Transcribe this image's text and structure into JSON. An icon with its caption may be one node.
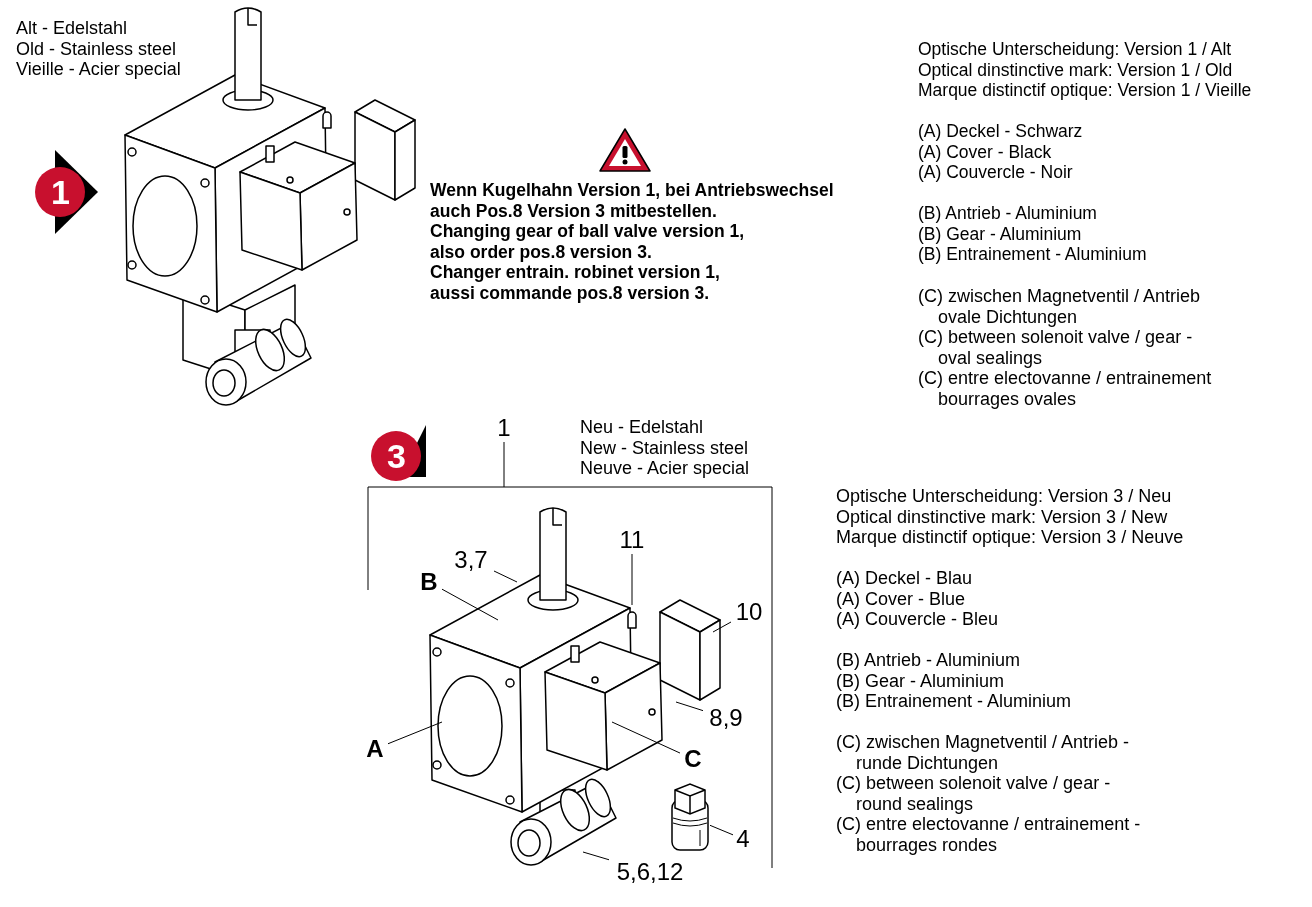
{
  "diagram": {
    "nodes": [
      {
        "text": [
          "3,7"
        ]
      },
      {
        "text": [
          "B"
        ]
      },
      {
        "text": [
          "11"
        ]
      },
      {
        "text": [
          "10"
        ]
      },
      {
        "text": [
          "A"
        ]
      },
      {
        "text": [
          "8,9"
        ]
      },
      {
        "text": [
          "C"
        ]
      },
      {
        "text": [
          "4"
        ]
      },
      {
        "text": [
          "5,6,12"
        ]
      },
      {
        "text": [
          "1"
        ]
      },
      {
        "text": [
          "1"
        ]
      },
      {
        "text": [
          "3"
        ]
      },
      {
        "text": [],
        "shape": "picture"
      }
    ],
    "edges": [
      {
        "from": 0,
        "to": null,
        "arrow": "none"
      },
      {
        "from": 1,
        "to": null,
        "arrow": "none"
      },
      {
        "from": 2,
        "to": null,
        "arrow": "none"
      },
      {
        "from": 3,
        "to": null,
        "arrow": "none"
      },
      {
        "from": 4,
        "to": null,
        "arrow": "none"
      },
      {
        "from": 5,
        "to": null,
        "arrow": "none"
      },
      {
        "from": 6,
        "to": null,
        "arrow": "none"
      },
      {
        "from": 7,
        "to": 12,
        "arrow": "none"
      },
      {
        "from": 8,
        "to": null,
        "arrow": "none"
      },
      {
        "from": 9,
        "to": null,
        "arrow": "none"
      }
    ],
    "labels": [
      "Alt - Edelstahl",
      "Old - Stainless steel",
      "Vieille - Acier special",
      "Optische Unterscheidung: Version 1 / Alt",
      "Optical dinstinctive mark: Version 1 / Old",
      "Marque distinctif optique: Version 1 / Vieille",
      "(A) Deckel - Schwarz",
      "(A) Cover - Black",
      "(A) Couvercle - Noir",
      "(B) Antrieb - Aluminium",
      "(B) Gear - Aluminium",
      "(B) Entrainement - Aluminium",
      "(C) zwischen Magnetventil / Antrieb ovale Dichtungen",
      "(C) between solenoit valve / gear - oval sealings",
      "(C) entre electovanne / entrainement bourrages ovales",
      "Wenn Kugelhahn Version 1, bei Antriebswechsel auch Pos.8 Version 3 mitbestellen.",
      "Changing gear of ball valve version 1, also order pos.8 version 3.",
      "Changer entrain. robinet version 1, aussi commande pos.8 version 3.",
      "Neu - Edelstahl",
      "New - Stainless steel",
      "Neuve - Acier special",
      "Optische Unterscheidung: Version 3 / Neu",
      "Optical dinstinctive mark: Version 3 / New",
      "Marque distinctif optique: Version 3 / Neuve",
      "(A) Deckel - Blau",
      "(A) Cover - Blue",
      "(A) Couvercle - Bleu",
      "(B) Antrieb - Aluminium",
      "(B) Gear - Aluminium",
      "(B) Entrainement - Aluminium",
      "(C) zwischen Magnetventil / Antrieb - runde Dichtungen",
      "(C) between solenoit valve / gear - round sealings",
      "(C) entre electovanne / entrainement - bourrages rondes"
    ]
  }
}
